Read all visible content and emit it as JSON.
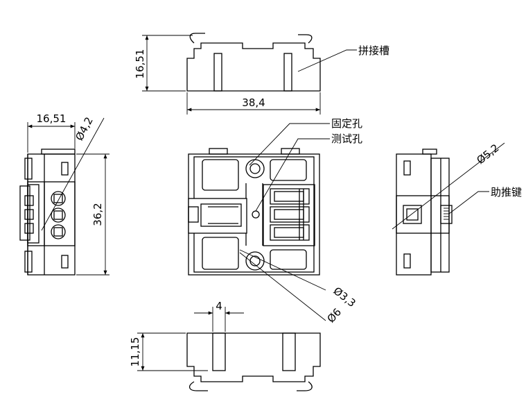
{
  "dimensions": {
    "top_height": "16,51",
    "top_width": "38,4",
    "left_width": "16,51",
    "left_hole": "Ø4,2",
    "left_height": "36,2",
    "right_hole": "Ø5,2",
    "front_small_hole": "Ø3,3",
    "front_large_hole": "Ø6",
    "bottom_width": "4",
    "bottom_height": "11,15"
  },
  "labels": {
    "splice_slot": "拼接槽",
    "fixing_hole": "固定孔",
    "test_hole": "测试孔",
    "push_key": "助推键"
  }
}
